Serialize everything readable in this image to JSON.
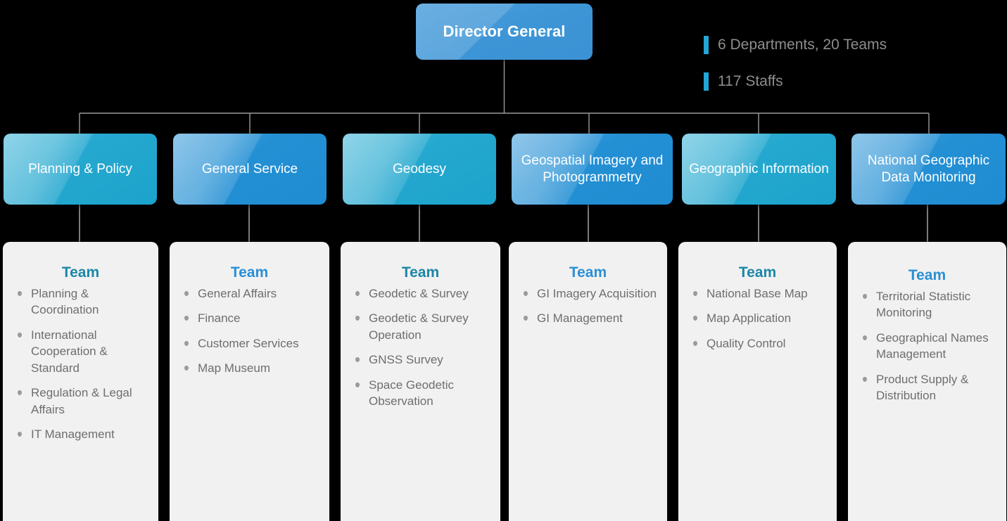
{
  "root": {
    "label": "Director General"
  },
  "legend": {
    "bar_color": "#23a6d5",
    "items": [
      {
        "text": "6 Departments, 20 Teams"
      },
      {
        "text": "117 Staffs"
      }
    ]
  },
  "departments": [
    {
      "label": "Planning & Policy",
      "theme": "teal",
      "accent": "#1ca3cc",
      "team_heading": "Team",
      "teams": [
        "Planning & Coordination",
        "International Cooperation & Standard",
        "Regulation & Legal Affairs",
        "IT Management"
      ]
    },
    {
      "label": "General Service",
      "theme": "blue",
      "accent": "#1f8bd1",
      "team_heading": "Team",
      "teams": [
        "General Affairs",
        "Finance",
        "Customer Services",
        "Map Museum"
      ]
    },
    {
      "label": "Geodesy",
      "theme": "teal",
      "accent": "#1ca3cc",
      "team_heading": "Team",
      "teams": [
        "Geodetic & Survey",
        "Geodetic & Survey Operation",
        "GNSS Survey",
        "Space Geodetic Observation"
      ]
    },
    {
      "label": "Geospatial Imagery and Photogrammetry",
      "theme": "blue",
      "accent": "#1f8bd1",
      "team_heading": "Team",
      "teams": [
        "GI Imagery Acquisition",
        "GI Management"
      ]
    },
    {
      "label": "Geographic Information",
      "theme": "teal",
      "accent": "#1ca3cc",
      "team_heading": "Team",
      "teams": [
        "National Base Map",
        "Map Application",
        "Quality Control"
      ]
    },
    {
      "label": "National Geographic Data Monitoring",
      "theme": "blue",
      "accent": "#1f8bd1",
      "team_heading": "Team",
      "teams": [
        "Territorial Statistic Monitoring",
        "Geographical Names Management",
        "Product Supply & Distribution"
      ]
    }
  ]
}
